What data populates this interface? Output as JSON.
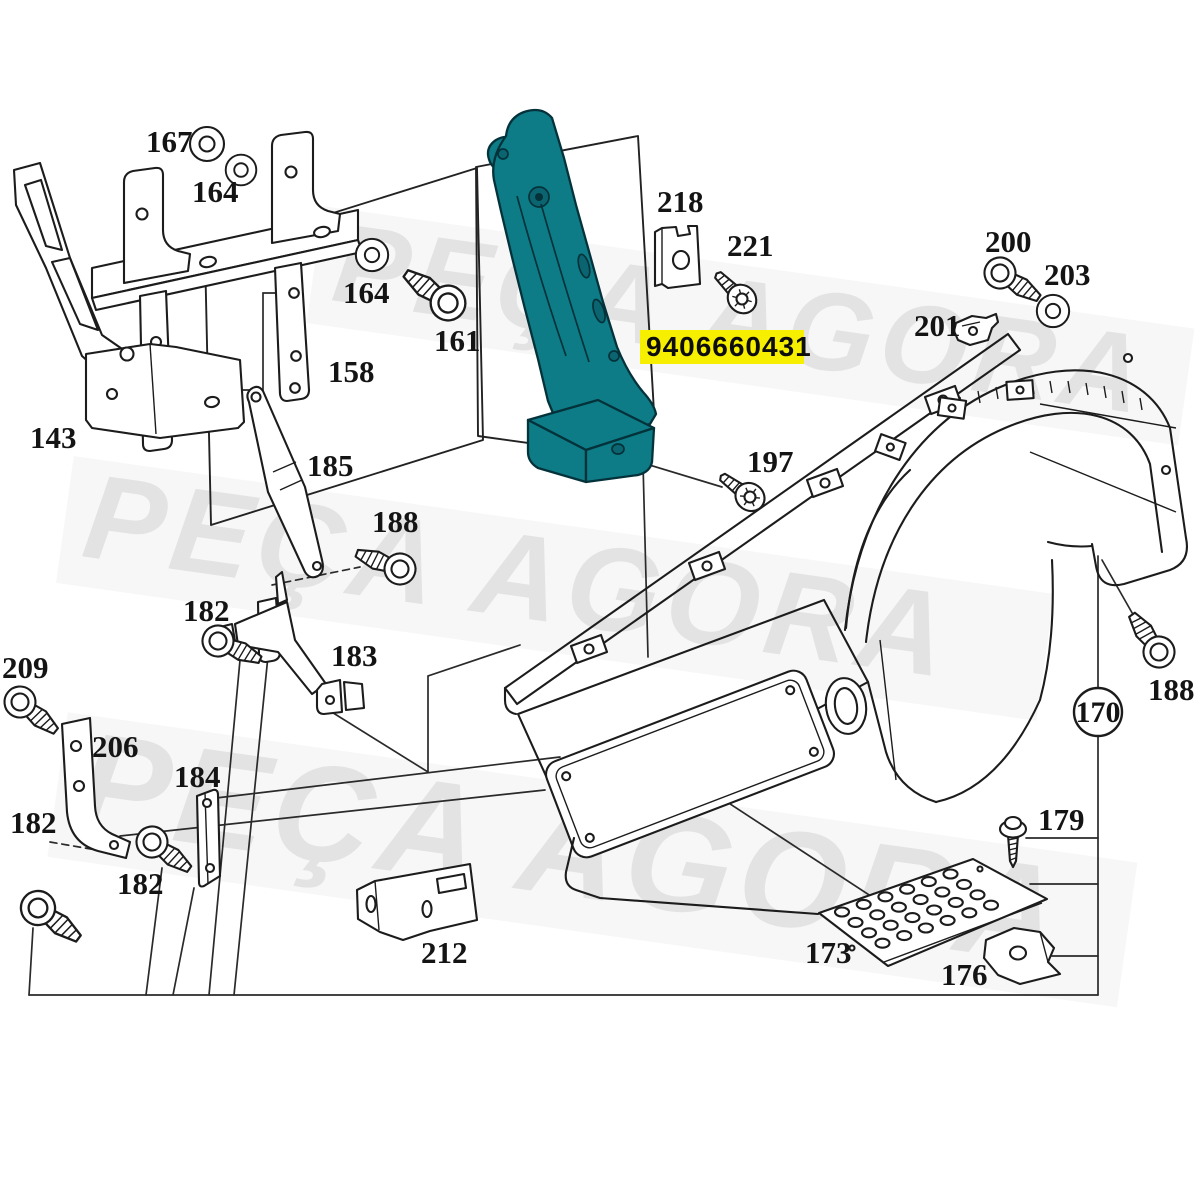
{
  "watermark": {
    "text": "PEÇA AGORA",
    "color": "#e3e3e3"
  },
  "highlighted_part": {
    "number": "9406660431",
    "highlight_bg": "#f6ef00",
    "part_fill": "#0d7c87"
  },
  "labels": {
    "n167": "167",
    "n164_top": "164",
    "n164_right": "164",
    "n158": "158",
    "n143": "143",
    "n161": "161",
    "n185": "185",
    "n188_left": "188",
    "n182_top": "182",
    "n183": "183",
    "n209": "209",
    "n206": "206",
    "n184": "184",
    "n182_left": "182",
    "n182_mid": "182",
    "n212": "212",
    "n218": "218",
    "n221": "221",
    "n197": "197",
    "n200": "200",
    "n203": "203",
    "n201": "201",
    "n188_right": "188",
    "n170": "170",
    "n179": "179",
    "n173": "173",
    "n176": "176"
  }
}
